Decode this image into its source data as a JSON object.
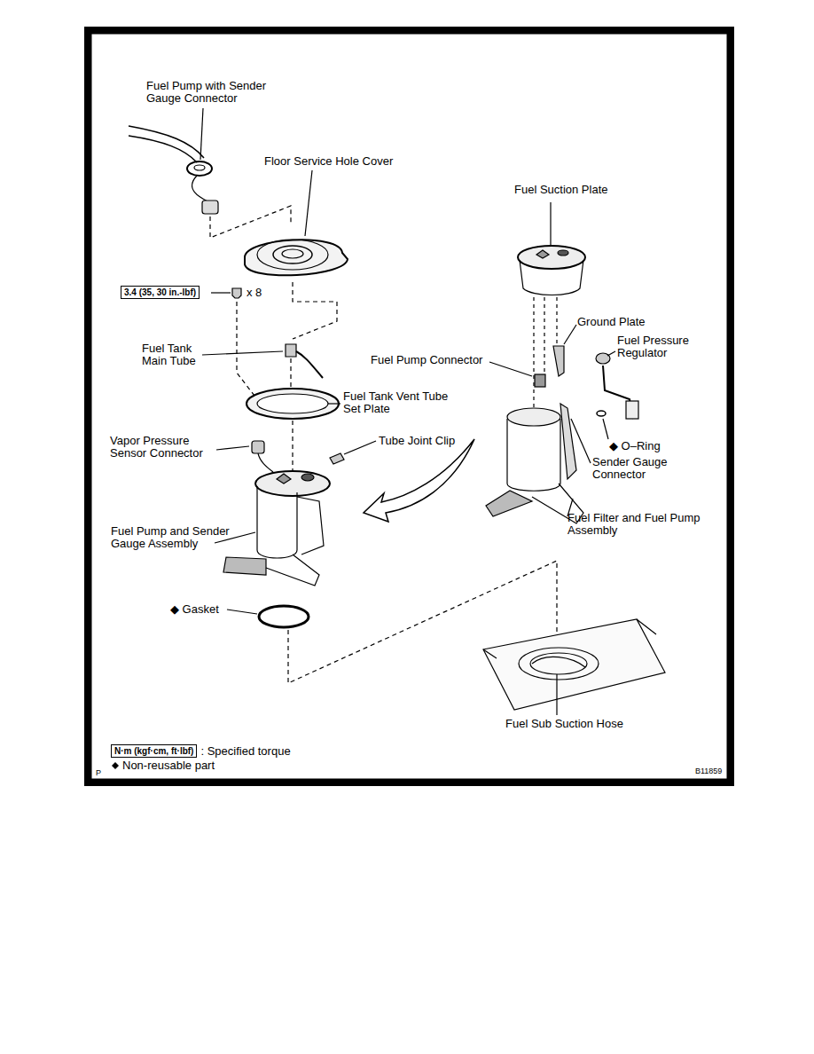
{
  "diagram": {
    "labels": [
      "Fuel Pump with Sender Gauge Connector",
      "Floor Service Hole Cover",
      "3.4 (35, 30 in.-lbf)",
      "x 8",
      "Fuel Tank Main Tube",
      "Fuel Tank Vent Tube Set Plate",
      "Vapor Pressure Sensor Connector",
      "Tube Joint Clip",
      "Fuel Pump and Sender Gauge Assembly",
      "◆ Gasket",
      "Fuel Suction Plate",
      "Ground Plate",
      "Fuel Pressure Regulator",
      "Fuel Pump Connector",
      "◆ O–Ring",
      "Sender Gauge Connector",
      "Fuel Filter and Fuel Pump Assembly",
      "Fuel Sub Suction Hose",
      "N·m (kgf·cm, ft·lbf)",
      "P",
      "B11859"
    ],
    "legend": [
      {
        "text": ": Specified torque"
      },
      {
        "text": "Non-reusable part"
      }
    ]
  }
}
